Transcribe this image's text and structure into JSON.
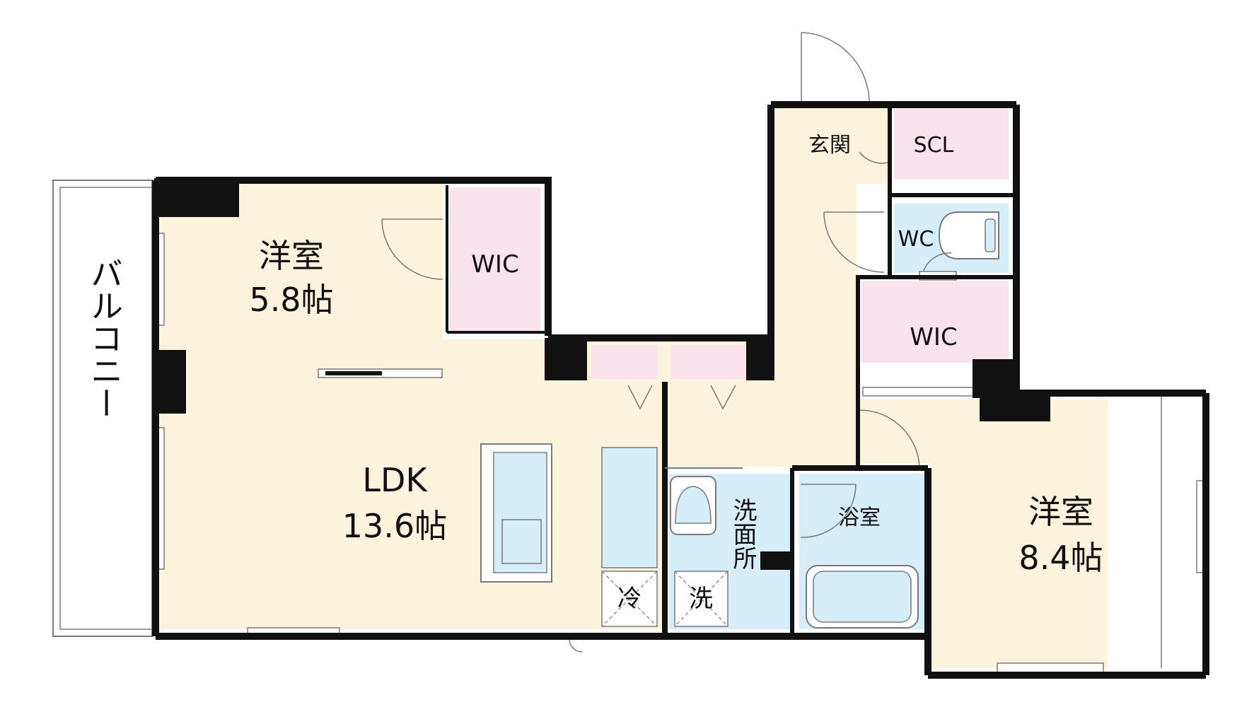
{
  "floorplan": {
    "rooms": {
      "western_room_1": {
        "name": "洋室",
        "size": "5.8帖"
      },
      "wic_1": {
        "name": "WIC"
      },
      "ldk": {
        "name": "LDK",
        "size": "13.6帖"
      },
      "entrance": {
        "name": "玄関"
      },
      "scl": {
        "name": "SCL"
      },
      "wc": {
        "name": "WC"
      },
      "wic_2": {
        "name": "WIC"
      },
      "bathroom": {
        "name": "浴室"
      },
      "washroom": {
        "name": "洗面所"
      },
      "western_room_2": {
        "name": "洋室",
        "size": "8.4帖"
      },
      "balcony": {
        "name": "バルコニー"
      }
    },
    "fixtures": {
      "fridge": "冷",
      "washer": "洗"
    },
    "colors": {
      "floor": "#fcf3dc",
      "storage": "#fbe3ee",
      "wet_area": "#d5eef9",
      "wall": "#111111",
      "outline": "#7a7a7a"
    }
  }
}
